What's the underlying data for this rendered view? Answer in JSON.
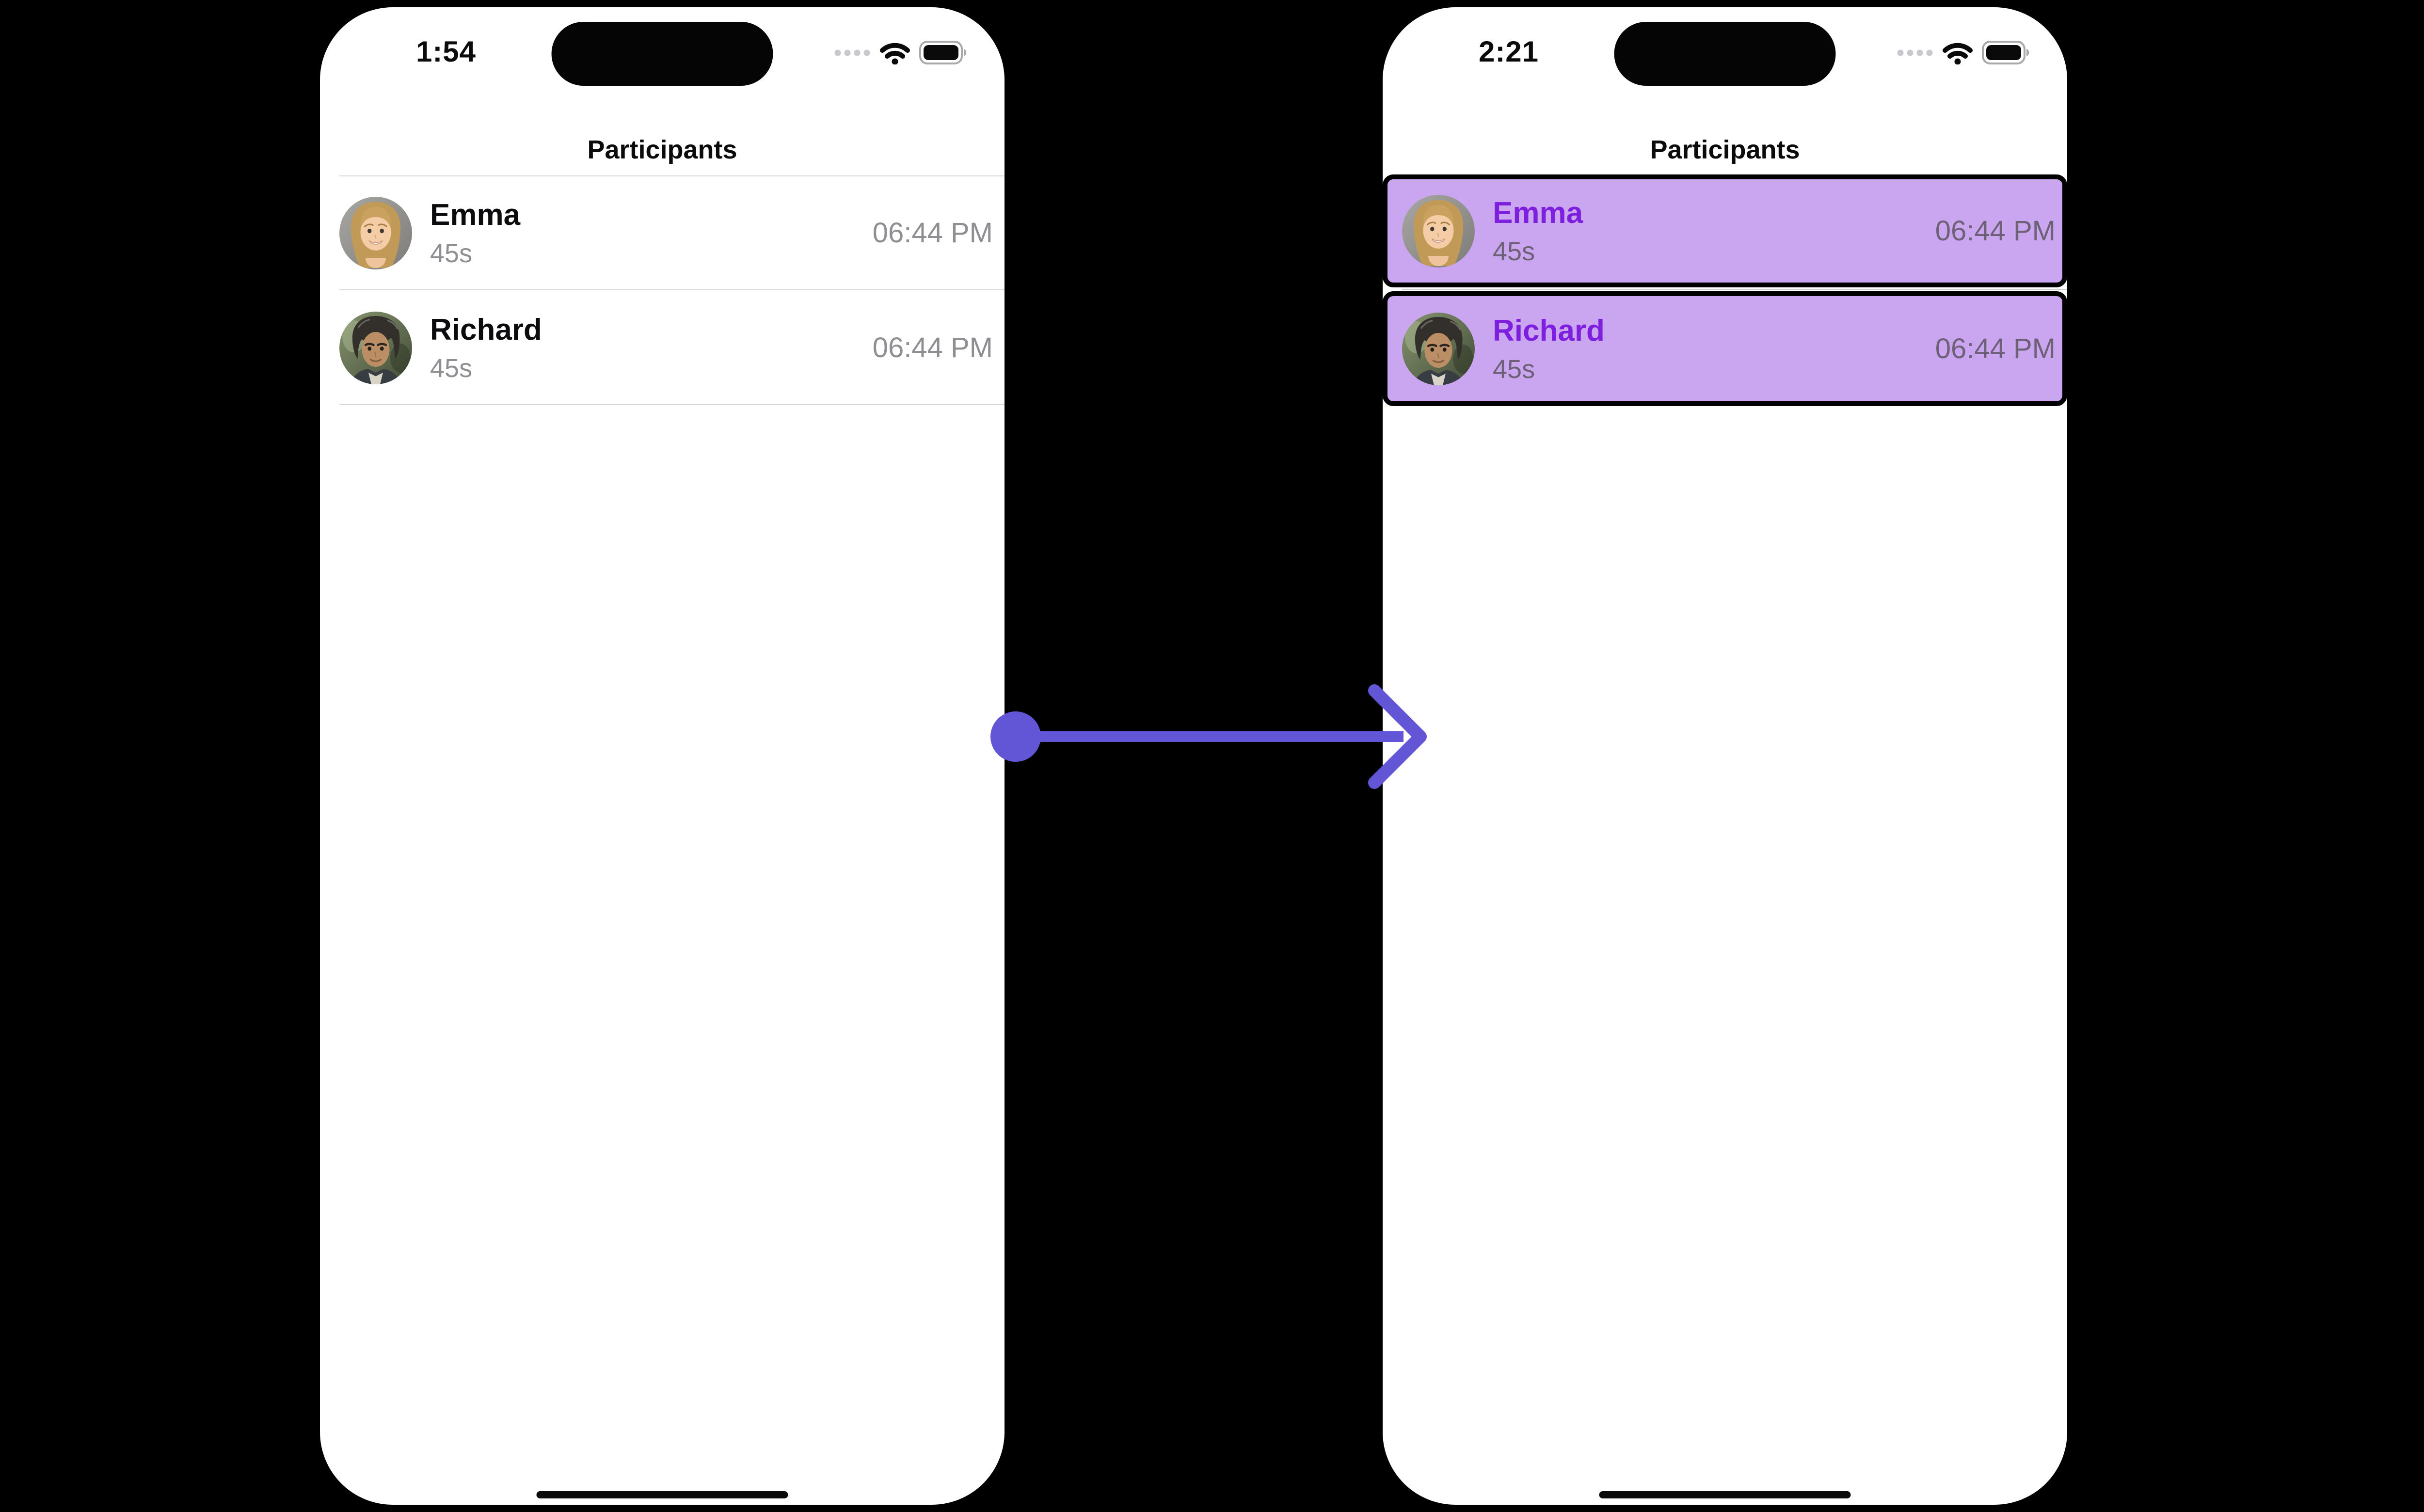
{
  "screens": {
    "before": {
      "status_time": "1:54",
      "title": "Participants",
      "rows": [
        {
          "name": "Emma",
          "duration": "45s",
          "time_label": "06:44 PM"
        },
        {
          "name": "Richard",
          "duration": "45s",
          "time_label": "06:44 PM"
        }
      ]
    },
    "after": {
      "status_time": "2:21",
      "title": "Participants",
      "rows": [
        {
          "name": "Emma",
          "duration": "45s",
          "time_label": "06:44 PM"
        },
        {
          "name": "Richard",
          "duration": "45s",
          "time_label": "06:44 PM"
        }
      ]
    }
  },
  "colors": {
    "page_background": "#000000",
    "phone_background": "#ffffff",
    "highlight_fill": "#caa6f0",
    "highlight_border": "#000000",
    "highlight_name_text": "#7e1fe0",
    "highlight_secondary_text": "#6e6177",
    "plain_name_text": "#0c0c0e",
    "plain_secondary_text": "#8e8e93",
    "divider": "#d9d9d9",
    "arrow_accent": "#6356d6"
  },
  "icons": {
    "status": [
      "cellular-dots-icon",
      "wifi-icon",
      "battery-icon"
    ],
    "other": [
      "dynamic-island",
      "home-indicator",
      "transition-arrow-icon",
      "avatar-emma",
      "avatar-richard"
    ]
  }
}
